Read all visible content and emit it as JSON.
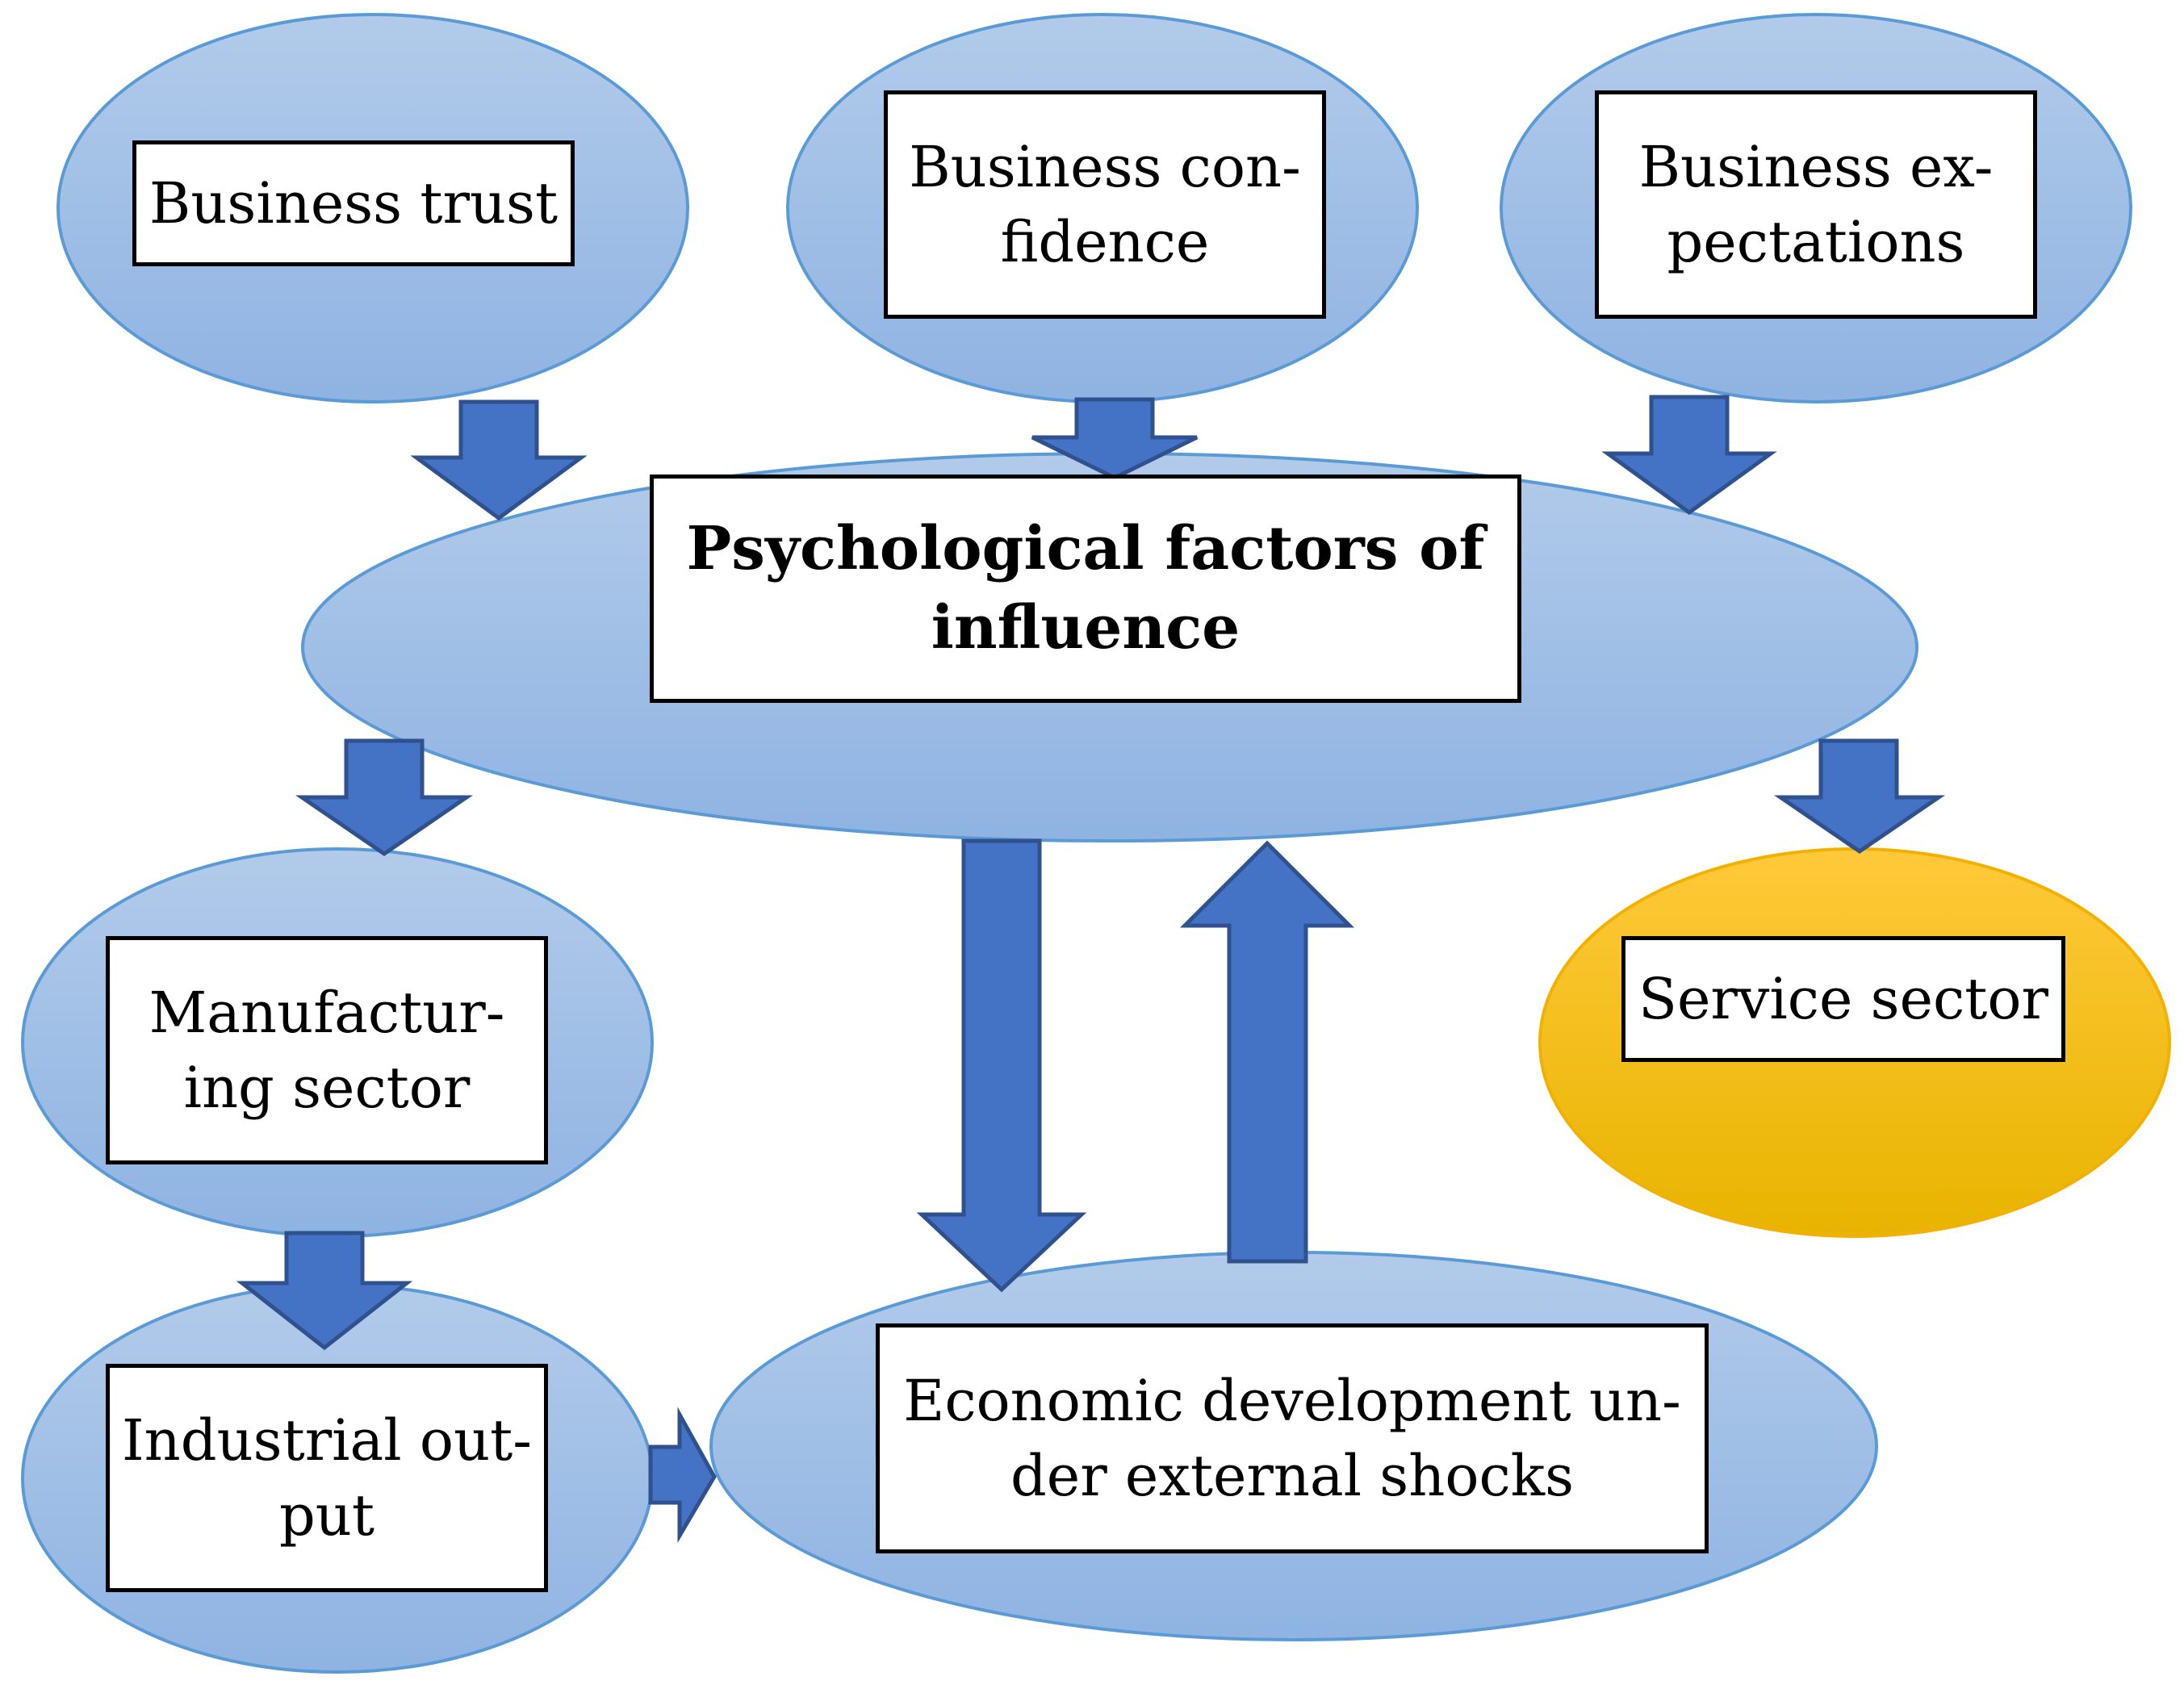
{
  "nodes": {
    "business_trust": "Business trust",
    "business_confidence": "Business con-\nfidence",
    "business_expectations": "Business ex-\npectations",
    "psychological_factors": "Psychological factors of\ninfluence",
    "manufacturing_sector": "Manufactur-\ning sector",
    "service_sector": "Service sector",
    "industrial_output": "Industrial out-\nput",
    "economic_development": "Economic development un-\nder external shocks"
  },
  "colors": {
    "ellipse_blue_top": "#b2cbea",
    "ellipse_blue_bottom": "#8fb3e2",
    "ellipse_blue_stroke": "#5b9bd5",
    "ellipse_gold_top": "#ffc93a",
    "ellipse_gold_bottom": "#e8b400",
    "ellipse_gold_stroke": "#f2b000",
    "arrow_fill": "#4472c4",
    "arrow_stroke": "#2f528f",
    "label_border": "#000000"
  }
}
